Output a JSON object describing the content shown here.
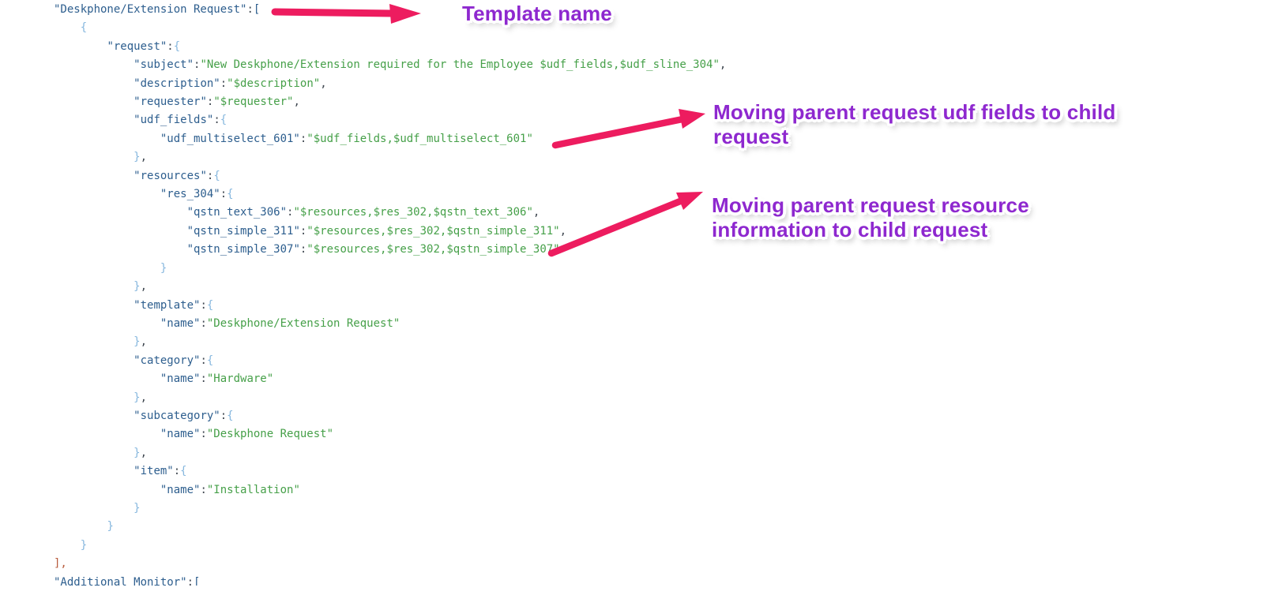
{
  "colors": {
    "key": "#2d5e8e",
    "string": "#46a049",
    "punct": "#86b7de",
    "sep": "#3f4750",
    "bracket": "#b85c3d",
    "arrow": "#ed1c5f",
    "note": "#8e28cf"
  },
  "annotations": {
    "template_name": "Template name",
    "udf_note_line1": "Moving parent request udf fields to child",
    "udf_note_line2": "request",
    "resource_note_line1": "Moving parent request resource",
    "resource_note_line2": "information to child request"
  },
  "code": {
    "lines": [
      {
        "i": 0,
        "t": [
          [
            "key",
            "\"Deskphone/Extension Request\""
          ],
          [
            "sep",
            ":"
          ],
          [
            "key",
            "["
          ]
        ]
      },
      {
        "i": 1,
        "t": [
          [
            "punct",
            "{"
          ]
        ]
      },
      {
        "i": 2,
        "t": [
          [
            "key",
            "\"request\""
          ],
          [
            "sep",
            ":"
          ],
          [
            "punct",
            "{"
          ]
        ]
      },
      {
        "i": 3,
        "t": [
          [
            "key",
            "\"subject\""
          ],
          [
            "sep",
            ":"
          ],
          [
            "string",
            "\"New Deskphone/Extension required for the Employee $udf_fields,$udf_sline_304\""
          ],
          [
            "sep",
            ","
          ]
        ]
      },
      {
        "i": 3,
        "t": [
          [
            "key",
            "\"description\""
          ],
          [
            "sep",
            ":"
          ],
          [
            "string",
            "\"$description\""
          ],
          [
            "sep",
            ","
          ]
        ]
      },
      {
        "i": 3,
        "t": [
          [
            "key",
            "\"requester\""
          ],
          [
            "sep",
            ":"
          ],
          [
            "string",
            "\"$requester\""
          ],
          [
            "sep",
            ","
          ]
        ]
      },
      {
        "i": 3,
        "t": [
          [
            "key",
            "\"udf_fields\""
          ],
          [
            "sep",
            ":"
          ],
          [
            "punct",
            "{"
          ]
        ]
      },
      {
        "i": 4,
        "t": [
          [
            "key",
            "\"udf_multiselect_601\""
          ],
          [
            "sep",
            ":"
          ],
          [
            "string",
            "\"$udf_fields,$udf_multiselect_601\""
          ]
        ]
      },
      {
        "i": 3,
        "t": [
          [
            "punct",
            "}"
          ],
          [
            "sep",
            ","
          ]
        ]
      },
      {
        "i": 3,
        "t": [
          [
            "key",
            "\"resources\""
          ],
          [
            "sep",
            ":"
          ],
          [
            "punct",
            "{"
          ]
        ]
      },
      {
        "i": 4,
        "t": [
          [
            "key",
            "\"res_304\""
          ],
          [
            "sep",
            ":"
          ],
          [
            "punct",
            "{"
          ]
        ]
      },
      {
        "i": 5,
        "t": [
          [
            "key",
            "\"qstn_text_306\""
          ],
          [
            "sep",
            ":"
          ],
          [
            "string",
            "\"$resources,$res_302,$qstn_text_306\""
          ],
          [
            "sep",
            ","
          ]
        ]
      },
      {
        "i": 5,
        "t": [
          [
            "key",
            "\"qstn_simple_311\""
          ],
          [
            "sep",
            ":"
          ],
          [
            "string",
            "\"$resources,$res_302,$qstn_simple_311\""
          ],
          [
            "sep",
            ","
          ]
        ]
      },
      {
        "i": 5,
        "t": [
          [
            "key",
            "\"qstn_simple_307\""
          ],
          [
            "sep",
            ":"
          ],
          [
            "string",
            "\"$resources,$res_302,$qstn_simple_307\""
          ]
        ]
      },
      {
        "i": 4,
        "t": [
          [
            "punct",
            "}"
          ]
        ]
      },
      {
        "i": 3,
        "t": [
          [
            "punct",
            "}"
          ],
          [
            "sep",
            ","
          ]
        ]
      },
      {
        "i": 3,
        "t": [
          [
            "key",
            "\"template\""
          ],
          [
            "sep",
            ":"
          ],
          [
            "punct",
            "{"
          ]
        ]
      },
      {
        "i": 4,
        "t": [
          [
            "key",
            "\"name\""
          ],
          [
            "sep",
            ":"
          ],
          [
            "string",
            "\"Deskphone/Extension Request\""
          ]
        ]
      },
      {
        "i": 3,
        "t": [
          [
            "punct",
            "}"
          ],
          [
            "sep",
            ","
          ]
        ]
      },
      {
        "i": 3,
        "t": [
          [
            "key",
            "\"category\""
          ],
          [
            "sep",
            ":"
          ],
          [
            "punct",
            "{"
          ]
        ]
      },
      {
        "i": 4,
        "t": [
          [
            "key",
            "\"name\""
          ],
          [
            "sep",
            ":"
          ],
          [
            "string",
            "\"Hardware\""
          ]
        ]
      },
      {
        "i": 3,
        "t": [
          [
            "punct",
            "}"
          ],
          [
            "sep",
            ","
          ]
        ]
      },
      {
        "i": 3,
        "t": [
          [
            "key",
            "\"subcategory\""
          ],
          [
            "sep",
            ":"
          ],
          [
            "punct",
            "{"
          ]
        ]
      },
      {
        "i": 4,
        "t": [
          [
            "key",
            "\"name\""
          ],
          [
            "sep",
            ":"
          ],
          [
            "string",
            "\"Deskphone Request\""
          ]
        ]
      },
      {
        "i": 3,
        "t": [
          [
            "punct",
            "}"
          ],
          [
            "sep",
            ","
          ]
        ]
      },
      {
        "i": 3,
        "t": [
          [
            "key",
            "\"item\""
          ],
          [
            "sep",
            ":"
          ],
          [
            "punct",
            "{"
          ]
        ]
      },
      {
        "i": 4,
        "t": [
          [
            "key",
            "\"name\""
          ],
          [
            "sep",
            ":"
          ],
          [
            "string",
            "\"Installation\""
          ]
        ]
      },
      {
        "i": 3,
        "t": [
          [
            "punct",
            "}"
          ]
        ]
      },
      {
        "i": 2,
        "t": [
          [
            "punct",
            "}"
          ]
        ]
      },
      {
        "i": 1,
        "t": [
          [
            "punct",
            "}"
          ]
        ]
      },
      {
        "i": 0,
        "t": [
          [
            "bracket",
            "],"
          ]
        ]
      },
      {
        "i": 0,
        "t": [
          [
            "key",
            "\"Additional Monitor\""
          ],
          [
            "sep",
            ":"
          ],
          [
            "key",
            "["
          ]
        ]
      }
    ]
  }
}
